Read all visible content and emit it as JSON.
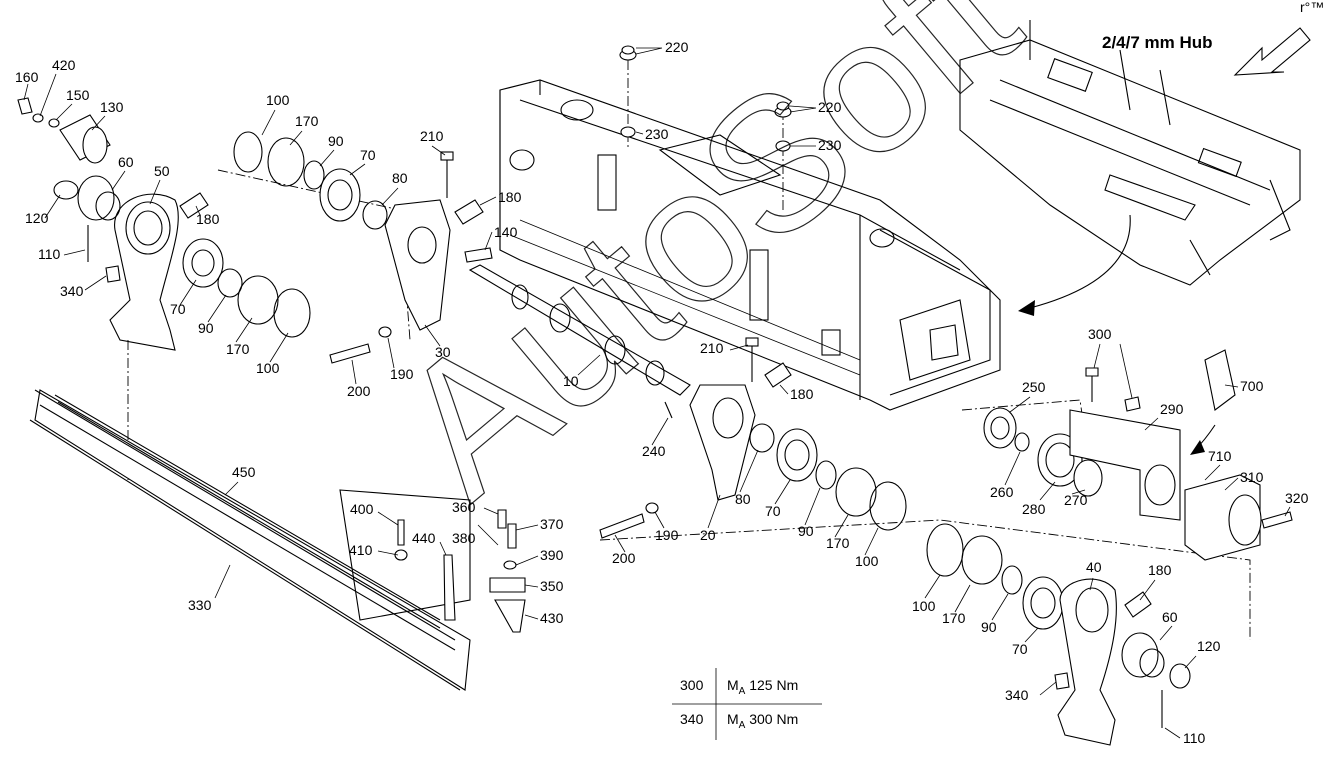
{
  "hub_label": "2/4/7 mm Hub",
  "watermark": "AutoSoft",
  "part_numbers": [
    {
      "id": "p160",
      "text": "160"
    },
    {
      "id": "p420",
      "text": "420"
    },
    {
      "id": "p150",
      "text": "150"
    },
    {
      "id": "p130",
      "text": "130"
    },
    {
      "id": "p60a",
      "text": "60"
    },
    {
      "id": "p50",
      "text": "50"
    },
    {
      "id": "p120a",
      "text": "120"
    },
    {
      "id": "p110a",
      "text": "110"
    },
    {
      "id": "p340a",
      "text": "340"
    },
    {
      "id": "p180a",
      "text": "180"
    },
    {
      "id": "p70a",
      "text": "70"
    },
    {
      "id": "p90a",
      "text": "90"
    },
    {
      "id": "p170a",
      "text": "170"
    },
    {
      "id": "p100a",
      "text": "100"
    },
    {
      "id": "p100b",
      "text": "100"
    },
    {
      "id": "p170b",
      "text": "170"
    },
    {
      "id": "p90b",
      "text": "90"
    },
    {
      "id": "p70b",
      "text": "70"
    },
    {
      "id": "p80a",
      "text": "80"
    },
    {
      "id": "p210a",
      "text": "210"
    },
    {
      "id": "p180b",
      "text": "180"
    },
    {
      "id": "p140",
      "text": "140"
    },
    {
      "id": "p30",
      "text": "30"
    },
    {
      "id": "p190a",
      "text": "190"
    },
    {
      "id": "p200a",
      "text": "200"
    },
    {
      "id": "p220a",
      "text": "220"
    },
    {
      "id": "p230a",
      "text": "230"
    },
    {
      "id": "p220b",
      "text": "220"
    },
    {
      "id": "p230b",
      "text": "230"
    },
    {
      "id": "p10",
      "text": "10"
    },
    {
      "id": "p240",
      "text": "240"
    },
    {
      "id": "p210b",
      "text": "210"
    },
    {
      "id": "p180c",
      "text": "180"
    },
    {
      "id": "p20",
      "text": "20"
    },
    {
      "id": "p80b",
      "text": "80"
    },
    {
      "id": "p190b",
      "text": "190"
    },
    {
      "id": "p200b",
      "text": "200"
    },
    {
      "id": "p70c",
      "text": "70"
    },
    {
      "id": "p90c",
      "text": "90"
    },
    {
      "id": "p170c",
      "text": "170"
    },
    {
      "id": "p100c",
      "text": "100"
    },
    {
      "id": "p450",
      "text": "450"
    },
    {
      "id": "p330",
      "text": "330"
    },
    {
      "id": "p400",
      "text": "400"
    },
    {
      "id": "p410",
      "text": "410"
    },
    {
      "id": "p440",
      "text": "440"
    },
    {
      "id": "p380",
      "text": "380"
    },
    {
      "id": "p360",
      "text": "360"
    },
    {
      "id": "p370",
      "text": "370"
    },
    {
      "id": "p390",
      "text": "390"
    },
    {
      "id": "p350",
      "text": "350"
    },
    {
      "id": "p430",
      "text": "430"
    },
    {
      "id": "p300",
      "text": "300"
    },
    {
      "id": "p700",
      "text": "700"
    },
    {
      "id": "p250",
      "text": "250"
    },
    {
      "id": "p290",
      "text": "290"
    },
    {
      "id": "p260",
      "text": "260"
    },
    {
      "id": "p280",
      "text": "280"
    },
    {
      "id": "p270",
      "text": "270"
    },
    {
      "id": "p710",
      "text": "710"
    },
    {
      "id": "p310",
      "text": "310"
    },
    {
      "id": "p320",
      "text": "320"
    },
    {
      "id": "p100d",
      "text": "100"
    },
    {
      "id": "p170d",
      "text": "170"
    },
    {
      "id": "p90d",
      "text": "90"
    },
    {
      "id": "p70d",
      "text": "70"
    },
    {
      "id": "p40",
      "text": "40"
    },
    {
      "id": "p180d",
      "text": "180"
    },
    {
      "id": "p60b",
      "text": "60"
    },
    {
      "id": "p120b",
      "text": "120"
    },
    {
      "id": "p340b",
      "text": "340"
    },
    {
      "id": "p110b",
      "text": "110"
    }
  ],
  "torque_table": [
    {
      "part": "300",
      "symbol": "M",
      "sub": "A",
      "value": "125 Nm"
    },
    {
      "part": "340",
      "symbol": "M",
      "sub": "A",
      "value": "300 Nm"
    }
  ]
}
